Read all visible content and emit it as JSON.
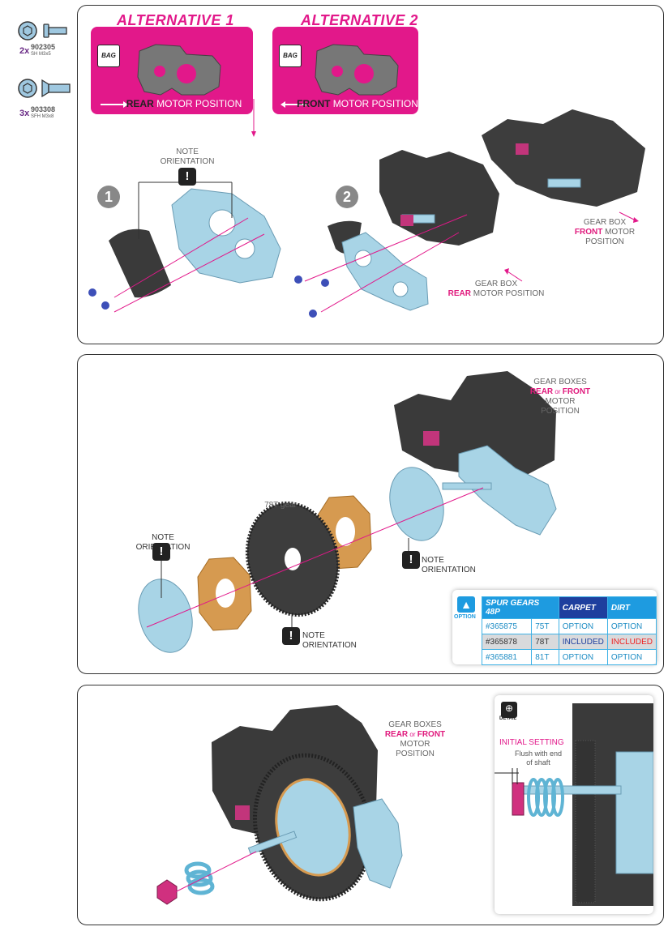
{
  "parts": [
    {
      "qty": "2x",
      "code": "902305",
      "desc": "SH M3x5"
    },
    {
      "qty": "3x",
      "code": "903308",
      "desc": "SFH M3x8"
    }
  ],
  "panel1": {
    "alt1_title": "ALTERNATIVE 1",
    "alt2_title": "ALTERNATIVE 2",
    "amp": "&",
    "bag": "BAG",
    "alt1_em": "REAR",
    "alt1_rest": " MOTOR POSITION",
    "alt2_em": "FRONT",
    "alt2_rest": " MOTOR POSITION",
    "note_l1": "NOTE",
    "note_l2": "ORIENTATION",
    "step1": "1",
    "step2": "2",
    "front_l1": "GEAR BOX",
    "front_em": "FRONT",
    "front_rest": " MOTOR POSITION",
    "rear_l1": "GEAR BOX",
    "rear_em": "REAR",
    "rear_rest": " MOTOR POSITION"
  },
  "panel2": {
    "gb_l1": "GEAR BOXES",
    "gb_em1": "REAR",
    "gb_or": " or ",
    "gb_em2": "FRONT",
    "gb_l3": "MOTOR POSITION",
    "gear_label": "78T gear",
    "note_left": "NOTE ORIENTATION",
    "note_right": "NOTE ORIENTATION",
    "note_bottom": "NOTE ORIENTATION",
    "option_label": "OPTION",
    "table": {
      "headers": [
        "SPUR GEARS 48P",
        "CARPET",
        "DIRT"
      ],
      "rows": [
        [
          "#365875",
          "75T",
          "OPTION",
          "OPTION"
        ],
        [
          "#365878",
          "78T",
          "INCLUDED",
          "INCLUDED"
        ],
        [
          "#365881",
          "81T",
          "OPTION",
          "OPTION"
        ]
      ]
    }
  },
  "panel3": {
    "gb_l1": "GEAR BOXES",
    "gb_em1": "REAR",
    "gb_or": " or ",
    "gb_em2": "FRONT",
    "gb_l3": "MOTOR POSITION",
    "detail": "DETAIL",
    "init_title": "INITIAL SETTING",
    "init_l1": "Flush with end",
    "init_l2": "of shaft"
  },
  "colors": {
    "accent": "#e2188a",
    "blue": "#1e9be0",
    "part_blue": "#a8d4e6",
    "dark": "#3a3a3a"
  }
}
